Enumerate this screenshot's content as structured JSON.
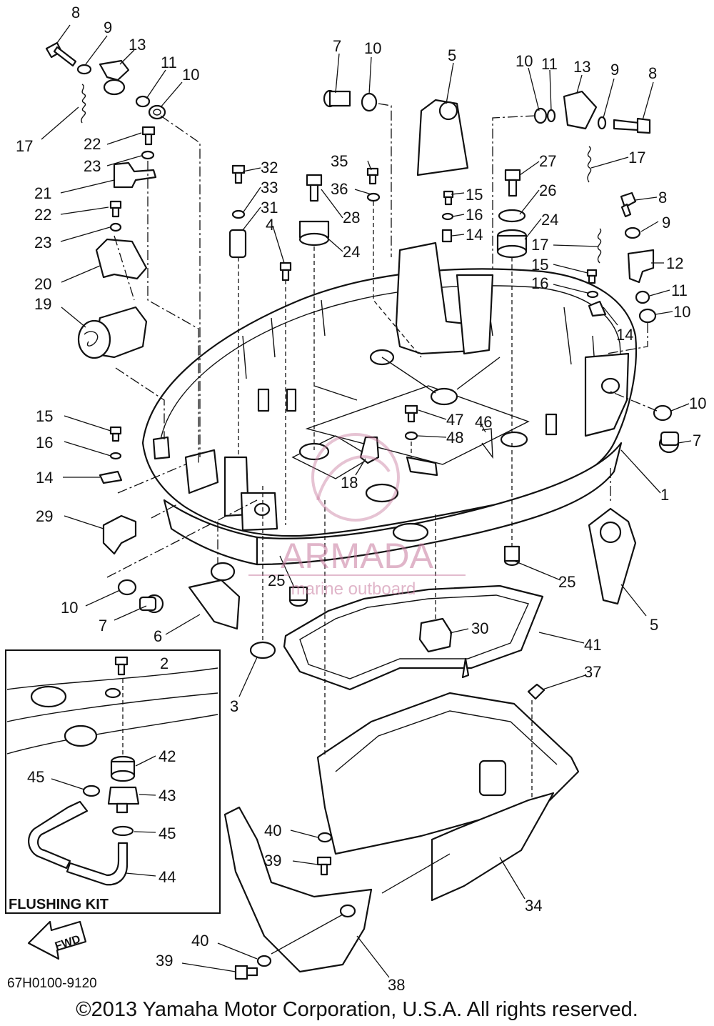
{
  "diagram": {
    "inset_title": "FLUSHING KIT",
    "fwd_label": "FWD",
    "drawing_code": "67H0100-9120",
    "copyright": "©2013 Yamaha Motor Corporation, U.S.A. All rights reserved.",
    "watermark": {
      "brand": "ARMADA",
      "tagline": "marine outboard"
    },
    "callouts": [
      {
        "id": "c1",
        "text": "8"
      },
      {
        "id": "c2",
        "text": "9"
      },
      {
        "id": "c3",
        "text": "13"
      },
      {
        "id": "c4",
        "text": "11"
      },
      {
        "id": "c5",
        "text": "10"
      },
      {
        "id": "c6",
        "text": "17"
      },
      {
        "id": "c7",
        "text": "22"
      },
      {
        "id": "c8",
        "text": "23"
      },
      {
        "id": "c9",
        "text": "21"
      },
      {
        "id": "c10",
        "text": "22"
      },
      {
        "id": "c11",
        "text": "23"
      },
      {
        "id": "c12",
        "text": "20"
      },
      {
        "id": "c13",
        "text": "19"
      },
      {
        "id": "c14",
        "text": "7"
      },
      {
        "id": "c15",
        "text": "10"
      },
      {
        "id": "c16",
        "text": "5"
      },
      {
        "id": "c17",
        "text": "10"
      },
      {
        "id": "c18",
        "text": "11"
      },
      {
        "id": "c19",
        "text": "13"
      },
      {
        "id": "c20",
        "text": "9"
      },
      {
        "id": "c21",
        "text": "8"
      },
      {
        "id": "c22",
        "text": "17"
      },
      {
        "id": "c23",
        "text": "35"
      },
      {
        "id": "c24",
        "text": "36"
      },
      {
        "id": "c25",
        "text": "32"
      },
      {
        "id": "c26",
        "text": "33"
      },
      {
        "id": "c27",
        "text": "31"
      },
      {
        "id": "c28",
        "text": "4"
      },
      {
        "id": "c29",
        "text": "28"
      },
      {
        "id": "c30",
        "text": "24"
      },
      {
        "id": "c31",
        "text": "27"
      },
      {
        "id": "c32",
        "text": "26"
      },
      {
        "id": "c33",
        "text": "24"
      },
      {
        "id": "c34",
        "text": "15"
      },
      {
        "id": "c35",
        "text": "16"
      },
      {
        "id": "c36",
        "text": "14"
      },
      {
        "id": "c37",
        "text": "8"
      },
      {
        "id": "c38",
        "text": "9"
      },
      {
        "id": "c39",
        "text": "17"
      },
      {
        "id": "c40",
        "text": "12"
      },
      {
        "id": "c41",
        "text": "15"
      },
      {
        "id": "c42",
        "text": "11"
      },
      {
        "id": "c43",
        "text": "16"
      },
      {
        "id": "c44",
        "text": "10"
      },
      {
        "id": "c45",
        "text": "14"
      },
      {
        "id": "c46",
        "text": "10"
      },
      {
        "id": "c47",
        "text": "7"
      },
      {
        "id": "c48",
        "text": "1"
      },
      {
        "id": "c49",
        "text": "15"
      },
      {
        "id": "c50",
        "text": "16"
      },
      {
        "id": "c51",
        "text": "14"
      },
      {
        "id": "c52",
        "text": "29"
      },
      {
        "id": "c53",
        "text": "47"
      },
      {
        "id": "c54",
        "text": "46"
      },
      {
        "id": "c55",
        "text": "48"
      },
      {
        "id": "c56",
        "text": "18"
      },
      {
        "id": "c57",
        "text": "25"
      },
      {
        "id": "c58",
        "text": "25"
      },
      {
        "id": "c59",
        "text": "10"
      },
      {
        "id": "c60",
        "text": "7"
      },
      {
        "id": "c61",
        "text": "6"
      },
      {
        "id": "c62",
        "text": "5"
      },
      {
        "id": "c63",
        "text": "30"
      },
      {
        "id": "c64",
        "text": "41"
      },
      {
        "id": "c65",
        "text": "2"
      },
      {
        "id": "c66",
        "text": "3"
      },
      {
        "id": "c67",
        "text": "37"
      },
      {
        "id": "c68",
        "text": "42"
      },
      {
        "id": "c69",
        "text": "45"
      },
      {
        "id": "c70",
        "text": "43"
      },
      {
        "id": "c71",
        "text": "45"
      },
      {
        "id": "c72",
        "text": "44"
      },
      {
        "id": "c73",
        "text": "40"
      },
      {
        "id": "c74",
        "text": "39"
      },
      {
        "id": "c75",
        "text": "34"
      },
      {
        "id": "c76",
        "text": "40"
      },
      {
        "id": "c77",
        "text": "39"
      },
      {
        "id": "c78",
        "text": "38"
      }
    ]
  }
}
